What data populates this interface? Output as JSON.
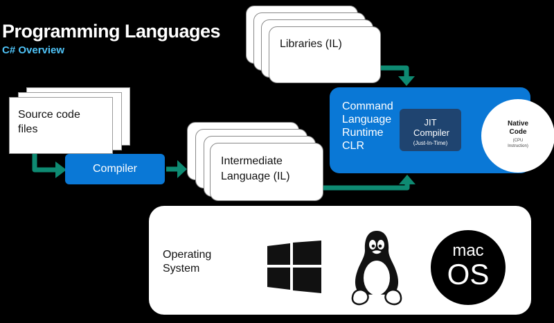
{
  "header": {
    "title": "Programming Languages",
    "subtitle": "C# Overview"
  },
  "nodes": {
    "source": "Source code files",
    "compiler": "Compiler",
    "il": "Intermediate Language (IL)",
    "libraries": "Libraries (IL)",
    "clr": "Command Language Runtime CLR",
    "jit": "JIT Compiler",
    "jit_sub": "(Just-In-Time)",
    "native": "Native Code",
    "native_sub": "(CPU Instruction)",
    "os": "Operating System"
  },
  "os_logos": {
    "windows": "windows-logo",
    "linux": "linux-tux-logo",
    "mac_top": "mac",
    "mac_bottom": "OS"
  },
  "colors": {
    "accent": "#0a78d6",
    "jit": "#1f4470",
    "arrow": "#0e8a72",
    "subtitle": "#4fc3f7"
  }
}
